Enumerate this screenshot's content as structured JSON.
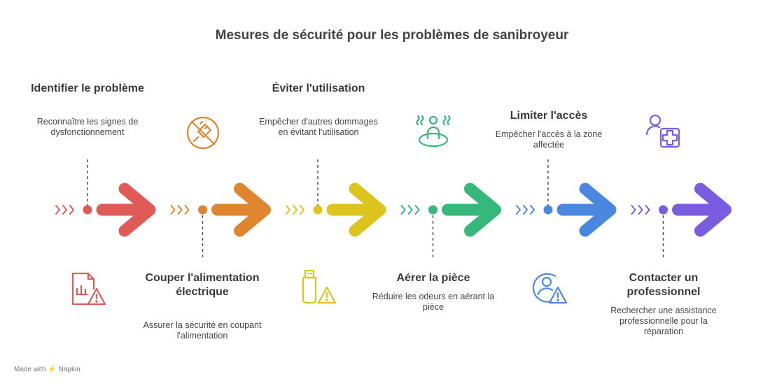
{
  "title": "Mesures de sécurité pour les problèmes de sanibroyeur",
  "steps": [
    {
      "title": "Identifier le problème",
      "desc": "Reconnaître les signes de dysfonctionnement",
      "color": "#e05a57",
      "icon": "document-chart-warning-icon"
    },
    {
      "title": "Couper l'alimentation électrique",
      "desc": "Assurer la sécurité en coupant l'alimentation",
      "color": "#e0852f",
      "icon": "unplug-icon"
    },
    {
      "title": "Éviter l'utilisation",
      "desc": "Empêcher d'autres dommages en évitant l'utilisation",
      "color": "#dcc41c",
      "icon": "usb-warning-icon"
    },
    {
      "title": "Aérer la pièce",
      "desc": "Réduire les odeurs en aérant la pièce",
      "color": "#36b87a",
      "icon": "person-ventilation-icon"
    },
    {
      "title": "Limiter l'accès",
      "desc": "Empêcher l'accès à la zone affectée",
      "color": "#4a87e0",
      "icon": "user-warning-icon"
    },
    {
      "title": "Contacter un professionnel",
      "desc": "Rechercher une assistance professionnelle pour la réparation",
      "color": "#7a5ce0",
      "icon": "user-medical-icon"
    }
  ],
  "footer": {
    "made_with": "Made with",
    "brand": "Napkin"
  }
}
